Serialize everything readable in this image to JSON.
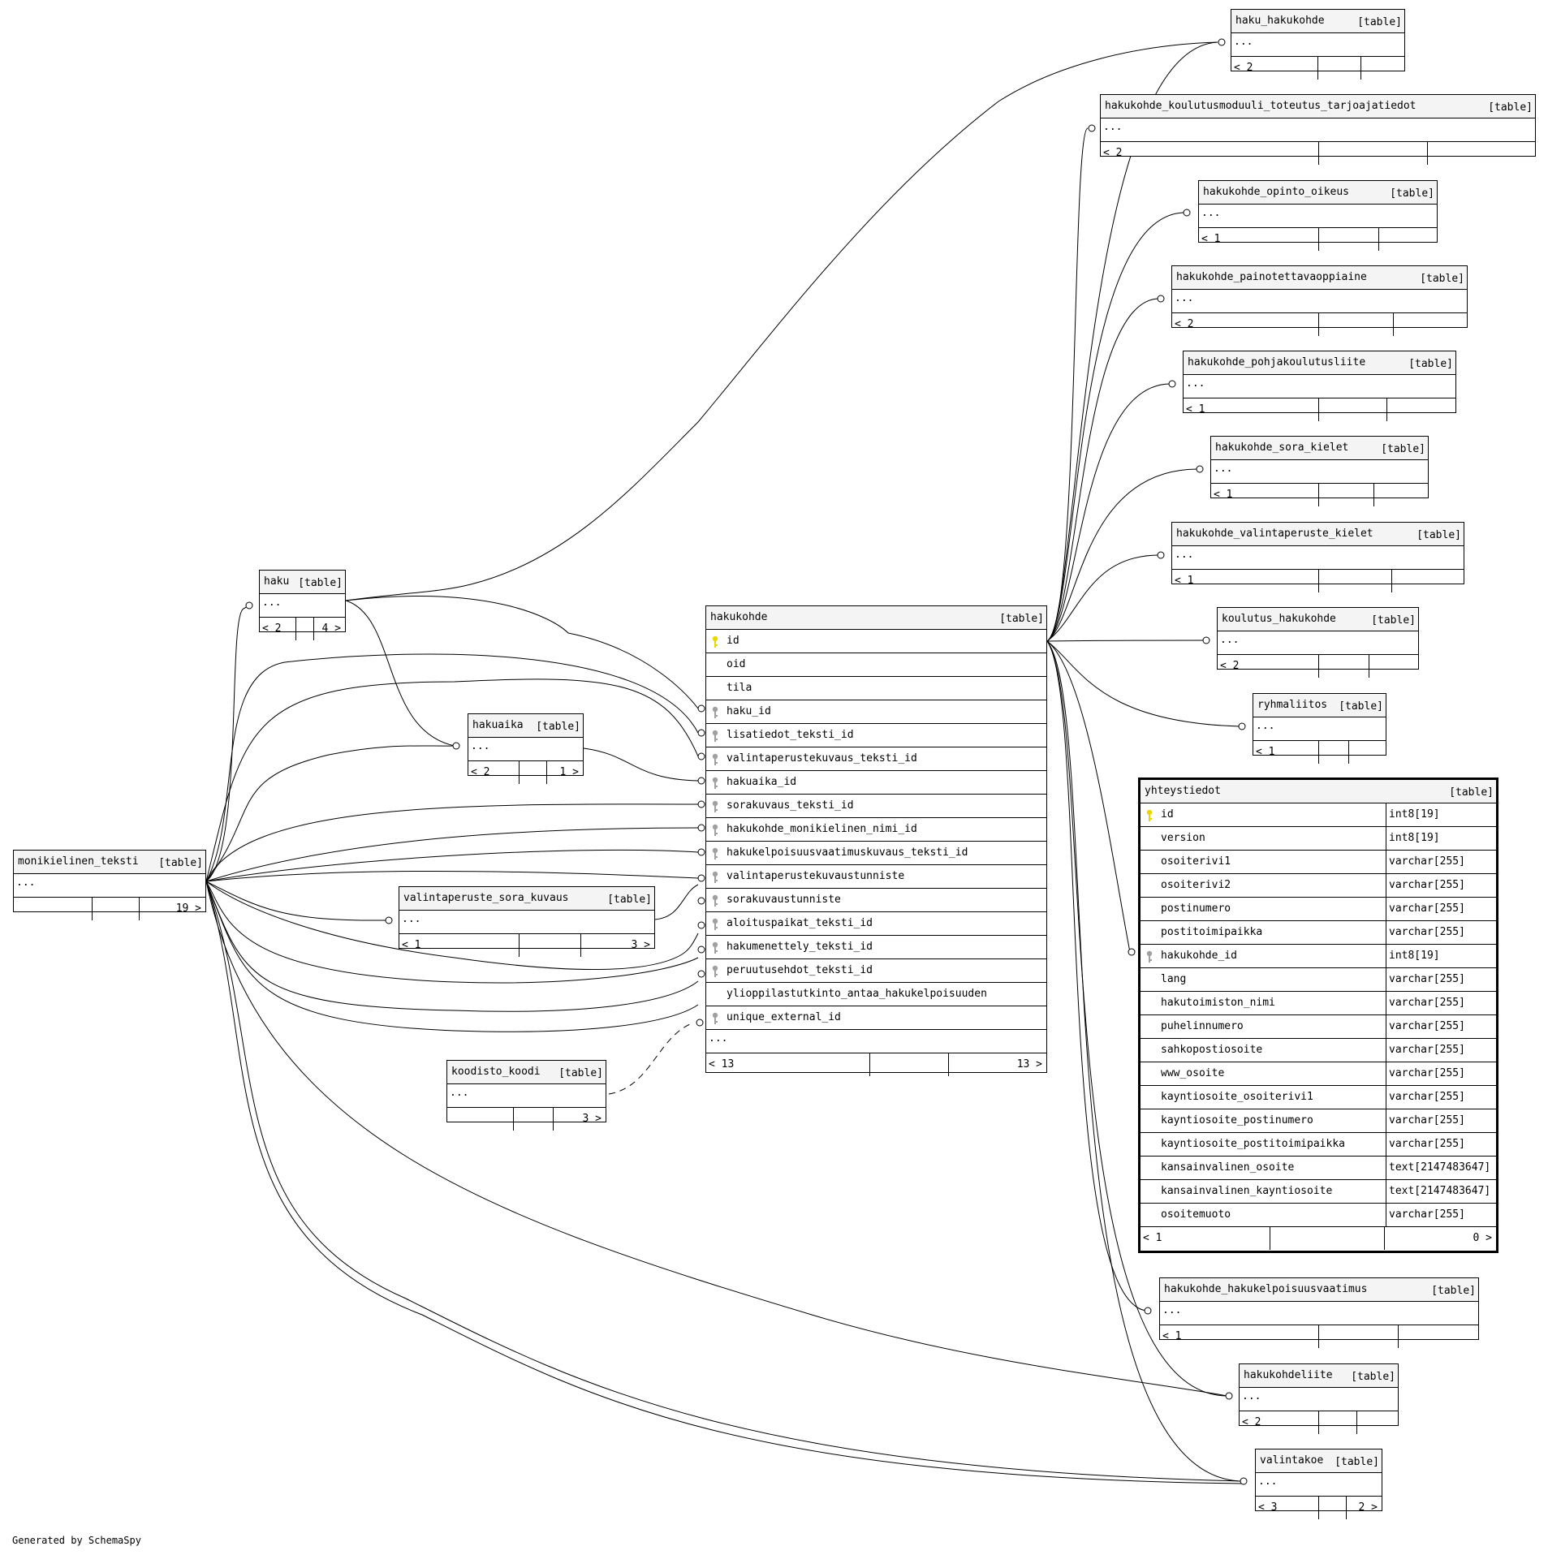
{
  "footer_text": "Generated by SchemaSpy",
  "colors": {
    "primary_key": "#e8d800",
    "foreign_key": "#a0a0a0",
    "header_bg": "#f4f4f4"
  },
  "tables": [
    {
      "id": "haku_hakukohde",
      "name": "haku_hakukohde",
      "tag": "[table]",
      "columns": [],
      "ellipsis": "...",
      "footer": {
        "left": "< 2",
        "middle": "",
        "right": ""
      }
    },
    {
      "id": "hakukohde_koulutusmoduuli",
      "name": "hakukohde_koulutusmoduuli_toteutus_tarjoajatiedot",
      "tag": "[table]",
      "columns": [],
      "ellipsis": "...",
      "footer": {
        "left": "< 2",
        "middle": "",
        "right": ""
      }
    },
    {
      "id": "hakukohde_opinto_oikeus",
      "name": "hakukohde_opinto_oikeus",
      "tag": "[table]",
      "columns": [],
      "ellipsis": "...",
      "footer": {
        "left": "< 1",
        "middle": "",
        "right": ""
      }
    },
    {
      "id": "hakukohde_painotettavaoppiaine",
      "name": "hakukohde_painotettavaoppiaine",
      "tag": "[table]",
      "columns": [],
      "ellipsis": "...",
      "footer": {
        "left": "< 2",
        "middle": "",
        "right": ""
      }
    },
    {
      "id": "hakukohde_pohjakoulutusliite",
      "name": "hakukohde_pohjakoulutusliite",
      "tag": "[table]",
      "columns": [],
      "ellipsis": "...",
      "footer": {
        "left": "< 1",
        "middle": "",
        "right": ""
      }
    },
    {
      "id": "hakukohde_sora_kielet",
      "name": "hakukohde_sora_kielet",
      "tag": "[table]",
      "columns": [],
      "ellipsis": "...",
      "footer": {
        "left": "< 1",
        "middle": "",
        "right": ""
      }
    },
    {
      "id": "hakukohde_valintaperuste_kielet",
      "name": "hakukohde_valintaperuste_kielet",
      "tag": "[table]",
      "columns": [],
      "ellipsis": "...",
      "footer": {
        "left": "< 1",
        "middle": "",
        "right": ""
      }
    },
    {
      "id": "koulutus_hakukohde",
      "name": "koulutus_hakukohde",
      "tag": "[table]",
      "columns": [],
      "ellipsis": "...",
      "footer": {
        "left": "< 2",
        "middle": "",
        "right": ""
      }
    },
    {
      "id": "ryhmaliitos",
      "name": "ryhmaliitos",
      "tag": "[table]",
      "columns": [],
      "ellipsis": "...",
      "footer": {
        "left": "< 1",
        "middle": "",
        "right": ""
      }
    },
    {
      "id": "haku",
      "name": "haku",
      "tag": "[table]",
      "columns": [],
      "ellipsis": "...",
      "footer": {
        "left": "< 2",
        "middle": "",
        "right": "4 >"
      }
    },
    {
      "id": "hakuaika",
      "name": "hakuaika",
      "tag": "[table]",
      "columns": [],
      "ellipsis": "...",
      "footer": {
        "left": "< 2",
        "middle": "",
        "right": "1 >"
      }
    },
    {
      "id": "monikielinen_teksti",
      "name": "monikielinen_teksti",
      "tag": "[table]",
      "columns": [],
      "ellipsis": "...",
      "footer": {
        "left": "",
        "middle": "",
        "right": "19 >"
      }
    },
    {
      "id": "valintaperuste_sora_kuvaus",
      "name": "valintaperuste_sora_kuvaus",
      "tag": "[table]",
      "columns": [],
      "ellipsis": "...",
      "footer": {
        "left": "< 1",
        "middle": "",
        "right": "3 >"
      }
    },
    {
      "id": "koodisto_koodi",
      "name": "koodisto_koodi",
      "tag": "[table]",
      "columns": [],
      "ellipsis": "...",
      "footer": {
        "left": "",
        "middle": "",
        "right": "3 >"
      }
    },
    {
      "id": "hakukohde",
      "name": "hakukohde",
      "tag": "[table]",
      "columns": [
        {
          "name": "id",
          "key": "pk",
          "type": ""
        },
        {
          "name": "oid",
          "key": "",
          "type": ""
        },
        {
          "name": "tila",
          "key": "",
          "type": ""
        },
        {
          "name": "haku_id",
          "key": "fk",
          "type": ""
        },
        {
          "name": "lisatiedot_teksti_id",
          "key": "fk",
          "type": ""
        },
        {
          "name": "valintaperustekuvaus_teksti_id",
          "key": "fk",
          "type": ""
        },
        {
          "name": "hakuaika_id",
          "key": "fk",
          "type": ""
        },
        {
          "name": "sorakuvaus_teksti_id",
          "key": "fk",
          "type": ""
        },
        {
          "name": "hakukohde_monikielinen_nimi_id",
          "key": "fk",
          "type": ""
        },
        {
          "name": "hakukelpoisuusvaatimuskuvaus_teksti_id",
          "key": "fk",
          "type": ""
        },
        {
          "name": "valintaperustekuvaustunniste",
          "key": "fk",
          "type": ""
        },
        {
          "name": "sorakuvaustunniste",
          "key": "fk",
          "type": ""
        },
        {
          "name": "aloituspaikat_teksti_id",
          "key": "fk",
          "type": ""
        },
        {
          "name": "hakumenettely_teksti_id",
          "key": "fk",
          "type": ""
        },
        {
          "name": "peruutusehdot_teksti_id",
          "key": "fk",
          "type": ""
        },
        {
          "name": "ylioppilastutkinto_antaa_hakukelpoisuuden",
          "key": "",
          "type": ""
        },
        {
          "name": "unique_external_id",
          "key": "fk",
          "type": ""
        }
      ],
      "ellipsis": "...",
      "footer": {
        "left": "< 13",
        "middle": "",
        "right": "13 >"
      }
    },
    {
      "id": "yhteystiedot",
      "name": "yhteystiedot",
      "tag": "[table]",
      "focus": true,
      "columns": [
        {
          "name": "id",
          "key": "pk",
          "type": "int8[19]"
        },
        {
          "name": "version",
          "key": "",
          "type": "int8[19]"
        },
        {
          "name": "osoiterivi1",
          "key": "",
          "type": "varchar[255]"
        },
        {
          "name": "osoiterivi2",
          "key": "",
          "type": "varchar[255]"
        },
        {
          "name": "postinumero",
          "key": "",
          "type": "varchar[255]"
        },
        {
          "name": "postitoimipaikka",
          "key": "",
          "type": "varchar[255]"
        },
        {
          "name": "hakukohde_id",
          "key": "fk",
          "type": "int8[19]"
        },
        {
          "name": "lang",
          "key": "",
          "type": "varchar[255]"
        },
        {
          "name": "hakutoimiston_nimi",
          "key": "",
          "type": "varchar[255]"
        },
        {
          "name": "puhelinnumero",
          "key": "",
          "type": "varchar[255]"
        },
        {
          "name": "sahkopostiosoite",
          "key": "",
          "type": "varchar[255]"
        },
        {
          "name": "www_osoite",
          "key": "",
          "type": "varchar[255]"
        },
        {
          "name": "kayntiosoite_osoiterivi1",
          "key": "",
          "type": "varchar[255]"
        },
        {
          "name": "kayntiosoite_postinumero",
          "key": "",
          "type": "varchar[255]"
        },
        {
          "name": "kayntiosoite_postitoimipaikka",
          "key": "",
          "type": "varchar[255]"
        },
        {
          "name": "kansainvalinen_osoite",
          "key": "",
          "type": "text[2147483647]"
        },
        {
          "name": "kansainvalinen_kayntiosoite",
          "key": "",
          "type": "text[2147483647]"
        },
        {
          "name": "osoitemuoto",
          "key": "",
          "type": "varchar[255]"
        }
      ],
      "footer": {
        "left": "< 1",
        "middle": "",
        "right": "0 >"
      }
    },
    {
      "id": "hakukohde_hakukelpoisuusvaatimus",
      "name": "hakukohde_hakukelpoisuusvaatimus",
      "tag": "[table]",
      "columns": [],
      "ellipsis": "...",
      "footer": {
        "left": "< 1",
        "middle": "",
        "right": ""
      }
    },
    {
      "id": "hakukohdeliite",
      "name": "hakukohdeliite",
      "tag": "[table]",
      "columns": [],
      "ellipsis": "...",
      "footer": {
        "left": "< 2",
        "middle": "",
        "right": ""
      }
    },
    {
      "id": "valintakoe",
      "name": "valintakoe",
      "tag": "[table]",
      "columns": [],
      "ellipsis": "...",
      "footer": {
        "left": "< 3",
        "middle": "",
        "right": "2 >"
      }
    }
  ]
}
